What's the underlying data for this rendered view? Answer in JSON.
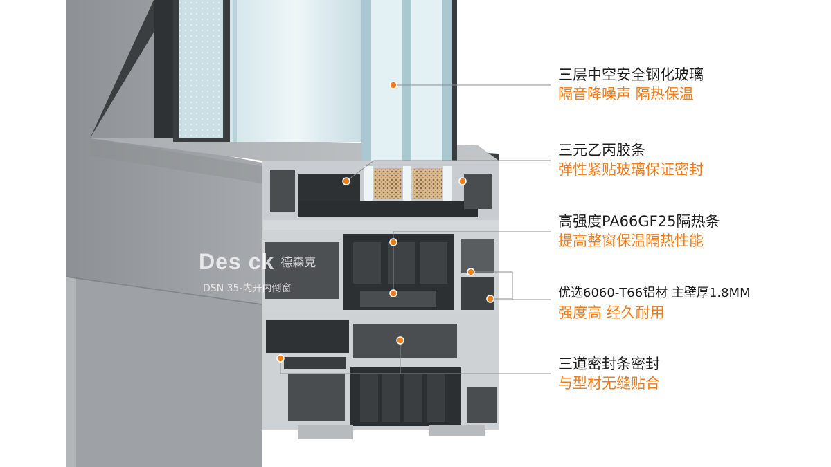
{
  "brand": {
    "name": "Des  ck",
    "chinese_name": "德森克",
    "model": "DSN  35-内开内倒窗"
  },
  "callouts": [
    {
      "title": "三层中空安全钢化玻璃",
      "subtitle": "隔音降噪声 隔热保温"
    },
    {
      "title": "三元乙丙胶条",
      "subtitle": "弹性紧贴玻璃保证密封"
    },
    {
      "title": "高强度PA66GF25隔热条",
      "subtitle": "提高整窗保温隔热性能"
    },
    {
      "title": "优选6060-T66铝材 主壁厚1.8MM",
      "subtitle": "强度高 经久耐用"
    },
    {
      "title": "三道密封条密封",
      "subtitle": "与型材无缝贴合"
    }
  ],
  "colors": {
    "accent": "#f07d1a",
    "text": "#1a1a1a",
    "aluminum": "#9fa3a7",
    "frame_dark": "#3a3d40",
    "glass": "#cfe5ea"
  }
}
